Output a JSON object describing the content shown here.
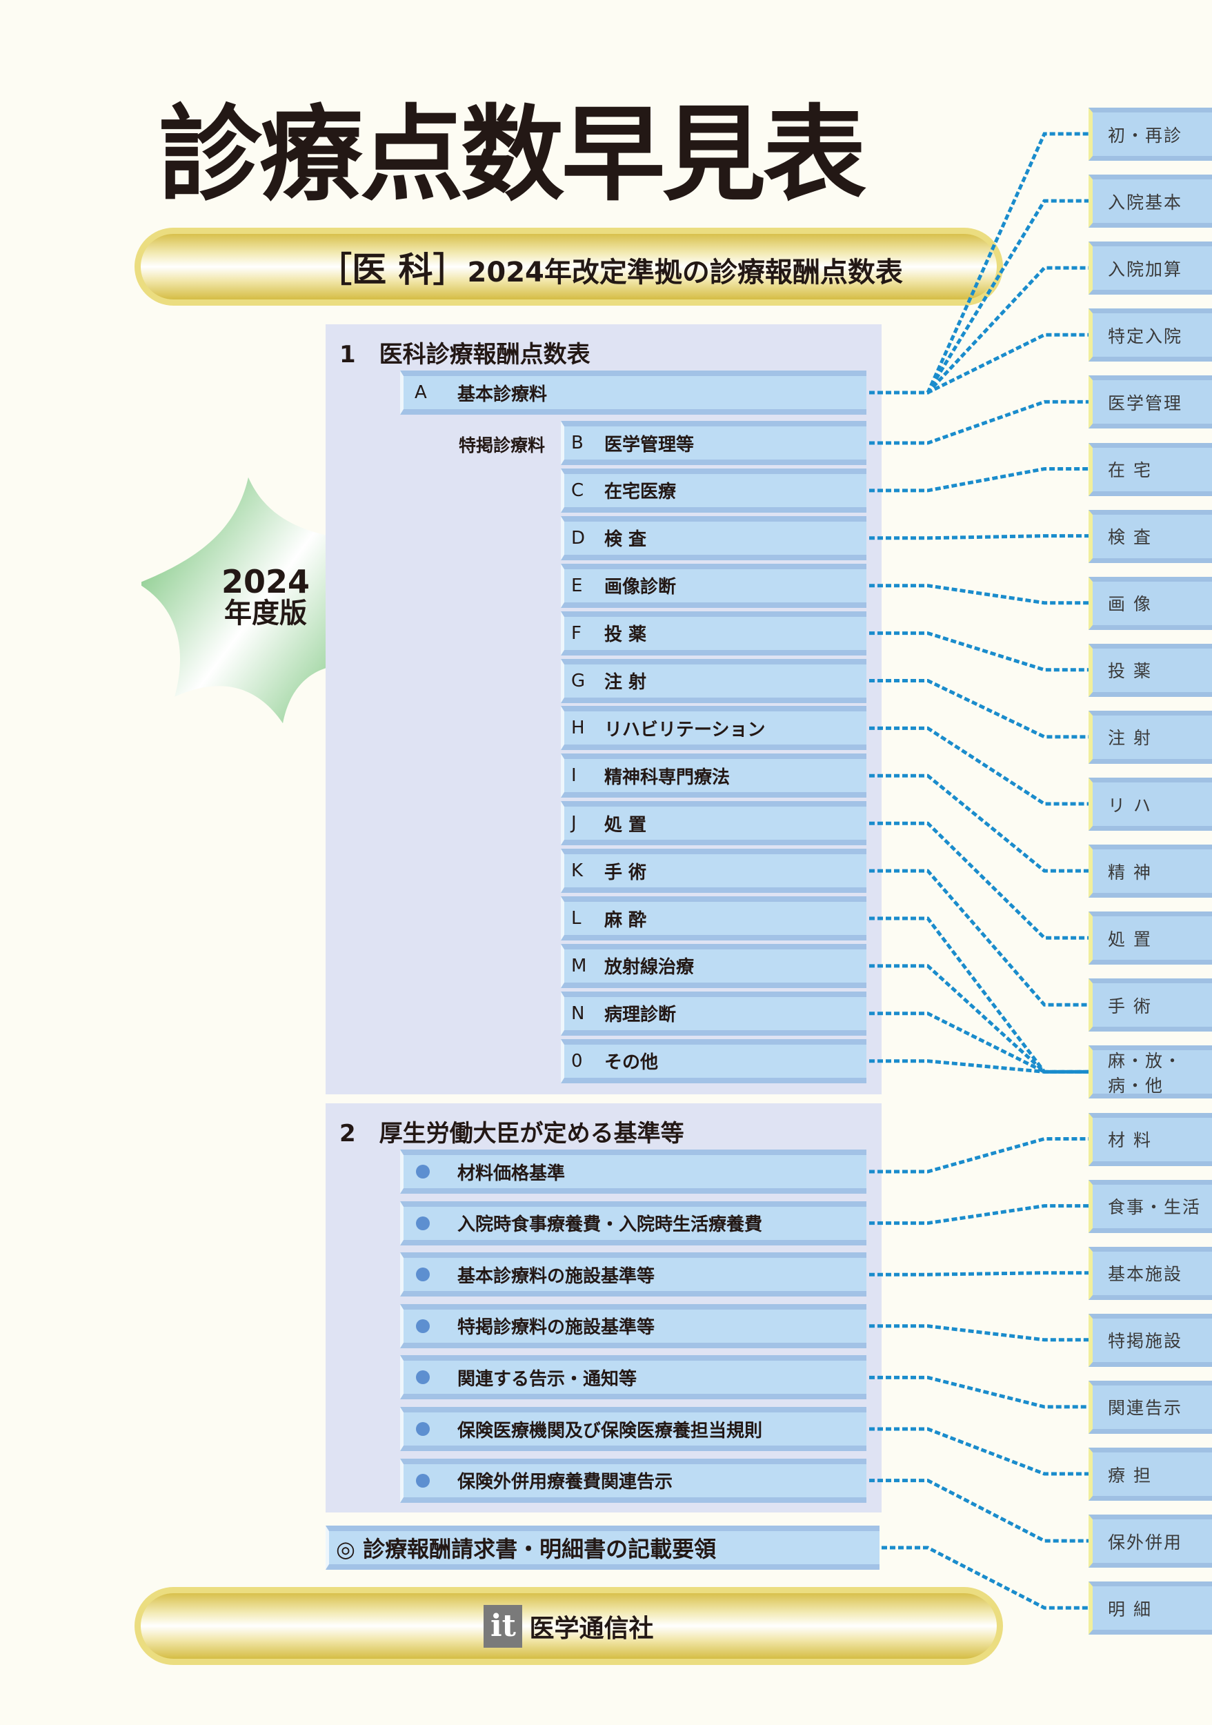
{
  "cover": {
    "title": "診療点数早見表",
    "subtitle_bracket": "［医 科］",
    "subtitle": "2024年改定準拠の診療報酬点数表",
    "badge_year": "2024",
    "badge_edition": "年度版",
    "publisher": "医学通信社",
    "publisher_logo": "it"
  },
  "section1": {
    "heading": "1　医科診療報酬点数表",
    "row_a": {
      "letter": "A",
      "label": "基本診療料"
    },
    "tokkei_label": "特掲診療料",
    "rows": [
      {
        "letter": "B",
        "label": "医学管理等"
      },
      {
        "letter": "C",
        "label": "在宅医療"
      },
      {
        "letter": "D",
        "label": "検 査"
      },
      {
        "letter": "E",
        "label": "画像診断"
      },
      {
        "letter": "F",
        "label": "投 薬"
      },
      {
        "letter": "G",
        "label": "注 射"
      },
      {
        "letter": "H",
        "label": "リハビリテーション"
      },
      {
        "letter": "I",
        "label": "精神科専門療法"
      },
      {
        "letter": "J",
        "label": "処 置"
      },
      {
        "letter": "K",
        "label": "手 術"
      },
      {
        "letter": "L",
        "label": "麻 酔"
      },
      {
        "letter": "M",
        "label": "放射線治療"
      },
      {
        "letter": "N",
        "label": "病理診断"
      },
      {
        "letter": "0",
        "label": "その他"
      }
    ]
  },
  "section2": {
    "heading": "2　厚生労働大臣が定める基準等",
    "rows": [
      "材料価格基準",
      "入院時食事療養費・入院時生活療養費",
      "基本診療料の施設基準等",
      "特掲診療料の施設基準等",
      "関連する告示・通知等",
      "保険医療機関及び保険医療養担当規則",
      "保険外併用療養費関連告示"
    ]
  },
  "section3": {
    "label": "◎ 診療報酬請求書・明細書の記載要領"
  },
  "tabs": [
    "初・再診",
    "入院基本",
    "入院加算",
    "特定入院",
    "医学管理",
    "在 宅",
    "検 査",
    "画 像",
    "投 薬",
    "注 射",
    "リ ハ",
    "精 神",
    "処 置",
    "手 術",
    "麻・放・病・他",
    "材 料",
    "食事・生活",
    "基本施設",
    "特掲施設",
    "関連告示",
    "療 担",
    "保外併用",
    "明 細"
  ],
  "colors": {
    "leader_line": "#1a8ccc",
    "row": "#bddcf4",
    "tab": "#b5d6f1",
    "pill": "#ebdd80",
    "badge_green": "#6cc070"
  }
}
